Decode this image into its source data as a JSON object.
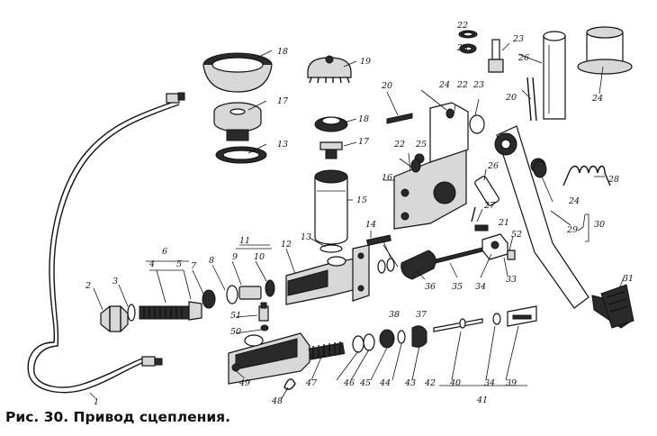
{
  "figure": {
    "caption": "Рис. 30. Привод сцепления."
  },
  "part_labels": [
    "1",
    "2",
    "3",
    "4",
    "5",
    "6",
    "7",
    "8",
    "9",
    "10",
    "11",
    "12",
    "13",
    "13",
    "14",
    "15",
    "16",
    "17",
    "17",
    "18",
    "18",
    "19",
    "20",
    "20",
    "21",
    "22",
    "22",
    "22",
    "23",
    "23",
    "24",
    "24",
    "24",
    "25",
    "25",
    "26",
    "26",
    "27",
    "28",
    "29",
    "30",
    "31",
    "33",
    "34",
    "34",
    "35",
    "36",
    "37",
    "38",
    "39",
    "40",
    "41",
    "42",
    "43",
    "44",
    "45",
    "46",
    "47",
    "48",
    "49",
    "50",
    "51",
    "52"
  ],
  "colors": {
    "ink": "#111111",
    "paper": "#ffffff",
    "shade": "#d8d8d8"
  }
}
